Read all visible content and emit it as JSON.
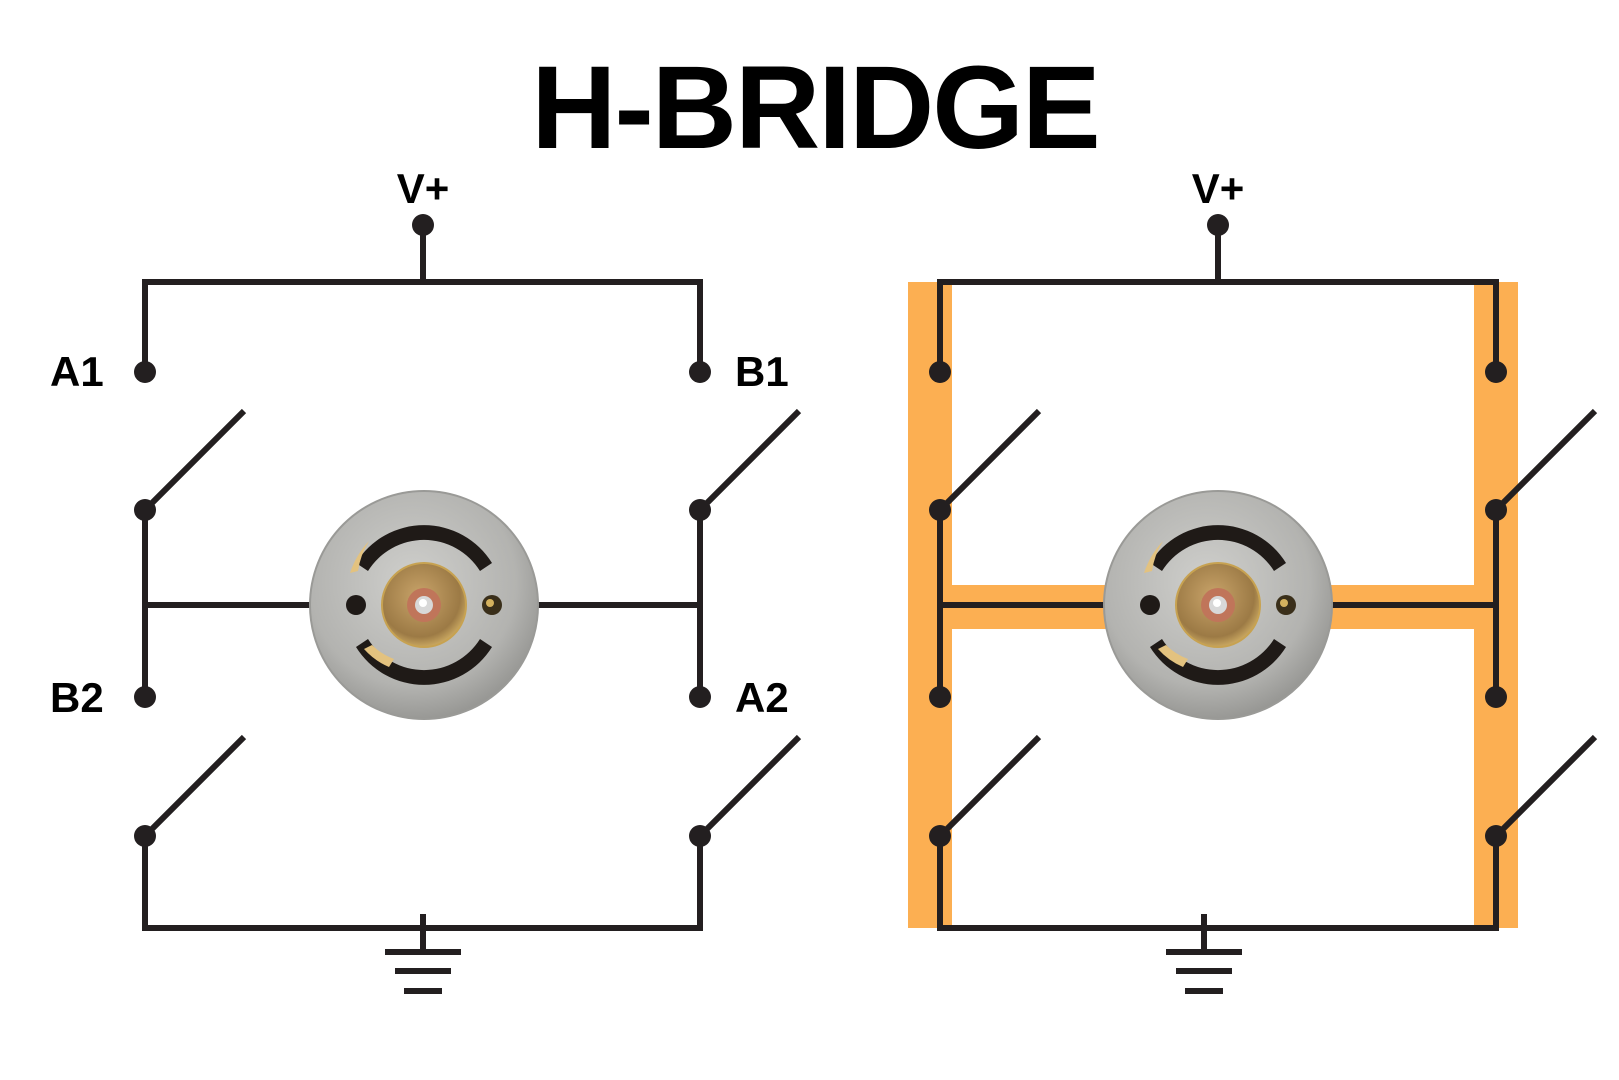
{
  "title": "H-BRIDGE",
  "colors": {
    "wire": "#231f20",
    "current_path_highlight": "#fcaf52",
    "background": "#ffffff"
  },
  "left_circuit": {
    "supply_label": "V+",
    "switch_labels": {
      "top_left": "A1",
      "top_right": "B1",
      "bottom_left": "B2",
      "bottom_right": "A2"
    },
    "switches_closed": [],
    "ground_symbol": "ground-icon",
    "load": "dc-motor"
  },
  "right_circuit": {
    "supply_label": "V+",
    "switch_labels_shown": false,
    "highlighted_path": "both-sides-and-motor",
    "ground_symbol": "ground-icon",
    "load": "dc-motor"
  }
}
